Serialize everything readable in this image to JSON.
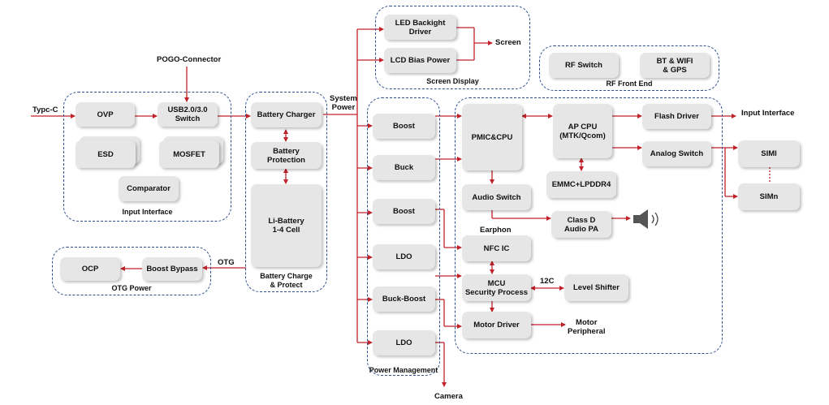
{
  "colors": {
    "line": "#c0222a",
    "group_border": "#2f4f8f",
    "block_fill": "#e6e6e6"
  },
  "groups": {
    "input_interface": "Input Interface",
    "otg_power": "OTG Power",
    "battery": "Battery Charge\n& Protect",
    "power_management": "Power Management",
    "screen_display": "Screen Display",
    "rf_front_end": "RF Front End"
  },
  "blocks": {
    "ovp": "OVP",
    "usb_switch": "USB2.0/3.0\nSwitch",
    "esd": "ESD",
    "mosfet": "MOSFET",
    "comparator": "Comparator",
    "ocp": "OCP",
    "boost_bypass": "Boost Bypass",
    "battery_charger": "Battery Charger",
    "battery_protection": "Battery\nProtection",
    "li_battery": "Li-Battery\n1-4 Cell",
    "boost1": "Boost",
    "buck": "Buck",
    "boost2": "Boost",
    "ldo1": "LDO",
    "buck_boost": "Buck-Boost",
    "ldo2": "LDO",
    "led_backlight": "LED Backight\nDriver",
    "lcd_bias": "LCD Bias Power",
    "rf_switch": "RF Switch",
    "bt_wifi": "BT & WIFI\n& GPS",
    "pmic_cpu": "PMIC&CPU",
    "ap_cpu": "AP CPU\n(MTK/Qcom)",
    "flash_driver": "Flash Driver",
    "analog_switch": "Analog Switch",
    "emmc": "EMMC+LPDDR4",
    "audio_switch": "Audio Switch",
    "class_d": "Class D\nAudio PA",
    "nfc_ic": "NFC IC",
    "mcu": "MCU\nSecurity Process",
    "level_shifter": "Level Shifter",
    "motor_driver": "Motor Driver",
    "sim1": "SIMl",
    "simn": "SIMn"
  },
  "labels": {
    "typec": "Typc-C",
    "pogo": "POGO-Connector",
    "otg": "OTG",
    "system_power": "System\nPower",
    "screen": "Screen",
    "input_interface_out": "Input Interface",
    "earphon": "Earphon",
    "i2c": "12C",
    "motor_peripheral": "Motor\nPeripheral",
    "camera": "Camera"
  },
  "icons": {
    "speaker": "speaker-icon"
  }
}
